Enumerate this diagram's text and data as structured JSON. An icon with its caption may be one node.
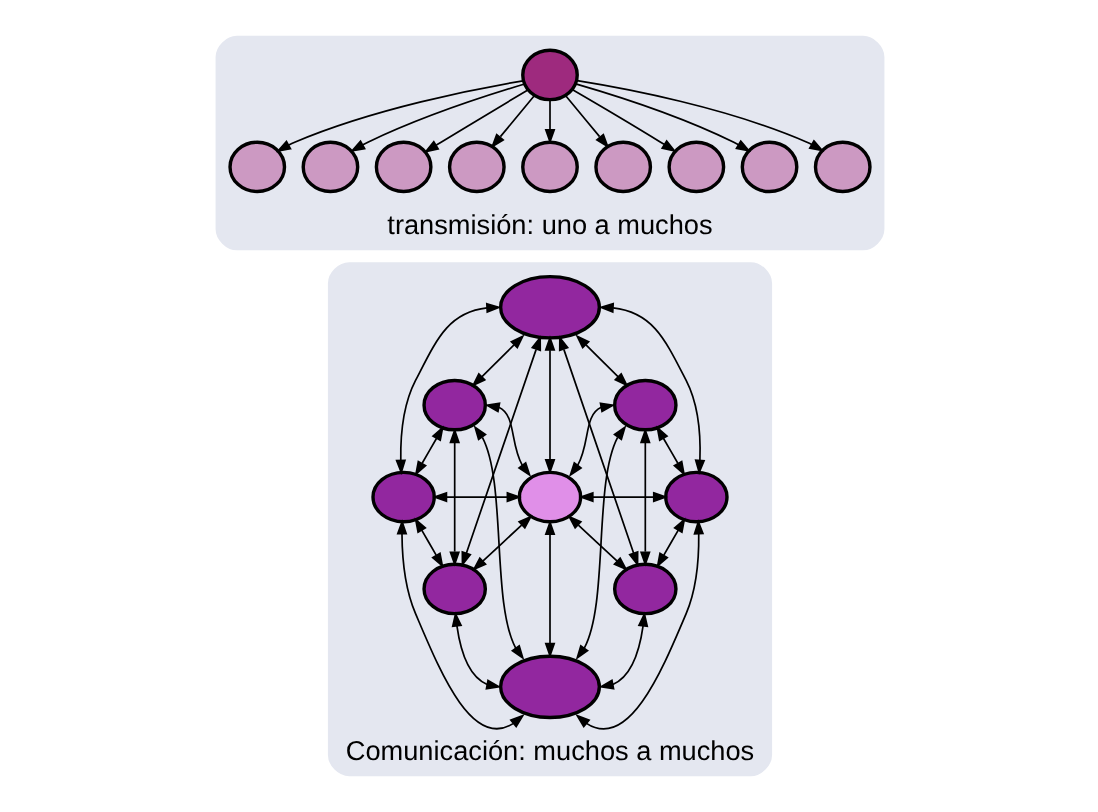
{
  "diagram": {
    "nodes": [
      {
        "text": [
          "transmisión: uno a muchos"
        ]
      },
      {
        "text": [],
        "shape": "circle",
        "in": 0
      },
      {
        "text": [],
        "shape": "circle",
        "in": 0
      },
      {
        "text": [],
        "shape": "circle",
        "in": 0
      },
      {
        "text": [],
        "shape": "circle",
        "in": 0
      },
      {
        "text": [],
        "shape": "circle",
        "in": 0
      },
      {
        "text": [],
        "shape": "circle",
        "in": 0
      },
      {
        "text": [],
        "shape": "circle",
        "in": 0
      },
      {
        "text": [],
        "shape": "circle",
        "in": 0
      },
      {
        "text": [],
        "shape": "circle",
        "in": 0
      },
      {
        "text": [],
        "shape": "circle",
        "in": 0
      },
      {
        "text": [
          "Comunicación: muchos a muchos"
        ]
      },
      {
        "text": [],
        "shape": "circle",
        "in": 11
      },
      {
        "text": [],
        "shape": "circle",
        "in": 11
      },
      {
        "text": [],
        "shape": "circle",
        "in": 11
      },
      {
        "text": [],
        "shape": "circle",
        "in": 11
      },
      {
        "text": [],
        "shape": "circle",
        "in": 11
      },
      {
        "text": [],
        "shape": "circle",
        "in": 11
      },
      {
        "text": [],
        "shape": "circle",
        "in": 11
      },
      {
        "text": [],
        "shape": "circle",
        "in": 11
      },
      {
        "text": [],
        "shape": "circle",
        "in": 11
      }
    ],
    "edges": [
      {
        "from": 1,
        "to": 2,
        "arrow": "to"
      },
      {
        "from": 1,
        "to": 3,
        "arrow": "to"
      },
      {
        "from": 1,
        "to": 4,
        "arrow": "to"
      },
      {
        "from": 1,
        "to": 5,
        "arrow": "to"
      },
      {
        "from": 1,
        "to": 6,
        "arrow": "to"
      },
      {
        "from": 1,
        "to": 7,
        "arrow": "to"
      },
      {
        "from": 1,
        "to": 8,
        "arrow": "to"
      },
      {
        "from": 1,
        "to": 9,
        "arrow": "to"
      },
      {
        "from": 1,
        "to": 10,
        "arrow": "to"
      },
      {
        "from": 13,
        "to": 15,
        "arrow": "both"
      },
      {
        "from": 15,
        "to": 18,
        "arrow": "both"
      },
      {
        "from": 12,
        "to": 15,
        "arrow": "both"
      },
      {
        "from": 15,
        "to": 16,
        "arrow": "both"
      },
      {
        "from": 15,
        "to": 20,
        "arrow": "both"
      },
      {
        "from": 14,
        "to": 17,
        "arrow": "both"
      },
      {
        "from": 17,
        "to": 19,
        "arrow": "both"
      },
      {
        "from": 12,
        "to": 17,
        "arrow": "both"
      },
      {
        "from": 16,
        "to": 17,
        "arrow": "both"
      },
      {
        "from": 17,
        "to": 20,
        "arrow": "both"
      },
      {
        "from": 13,
        "to": 12,
        "arrow": "both"
      },
      {
        "from": 13,
        "to": 18,
        "arrow": "both"
      },
      {
        "from": 13,
        "to": 16,
        "arrow": "both"
      },
      {
        "from": 13,
        "to": 20,
        "arrow": "both"
      },
      {
        "from": 12,
        "to": 14,
        "arrow": "both"
      },
      {
        "from": 12,
        "to": 16,
        "arrow": "both"
      },
      {
        "from": 12,
        "to": 18,
        "arrow": "both"
      },
      {
        "from": 12,
        "to": 19,
        "arrow": "both"
      },
      {
        "from": 14,
        "to": 19,
        "arrow": "both"
      },
      {
        "from": 14,
        "to": 16,
        "arrow": "both"
      },
      {
        "from": 14,
        "to": 20,
        "arrow": "both"
      },
      {
        "from": 18,
        "to": 20,
        "arrow": "both"
      },
      {
        "from": 16,
        "to": 18,
        "arrow": "both"
      },
      {
        "from": 19,
        "to": 20,
        "arrow": "both"
      },
      {
        "from": 16,
        "to": 19,
        "arrow": "both"
      },
      {
        "from": 16,
        "to": 20,
        "arrow": "both"
      }
    ]
  }
}
